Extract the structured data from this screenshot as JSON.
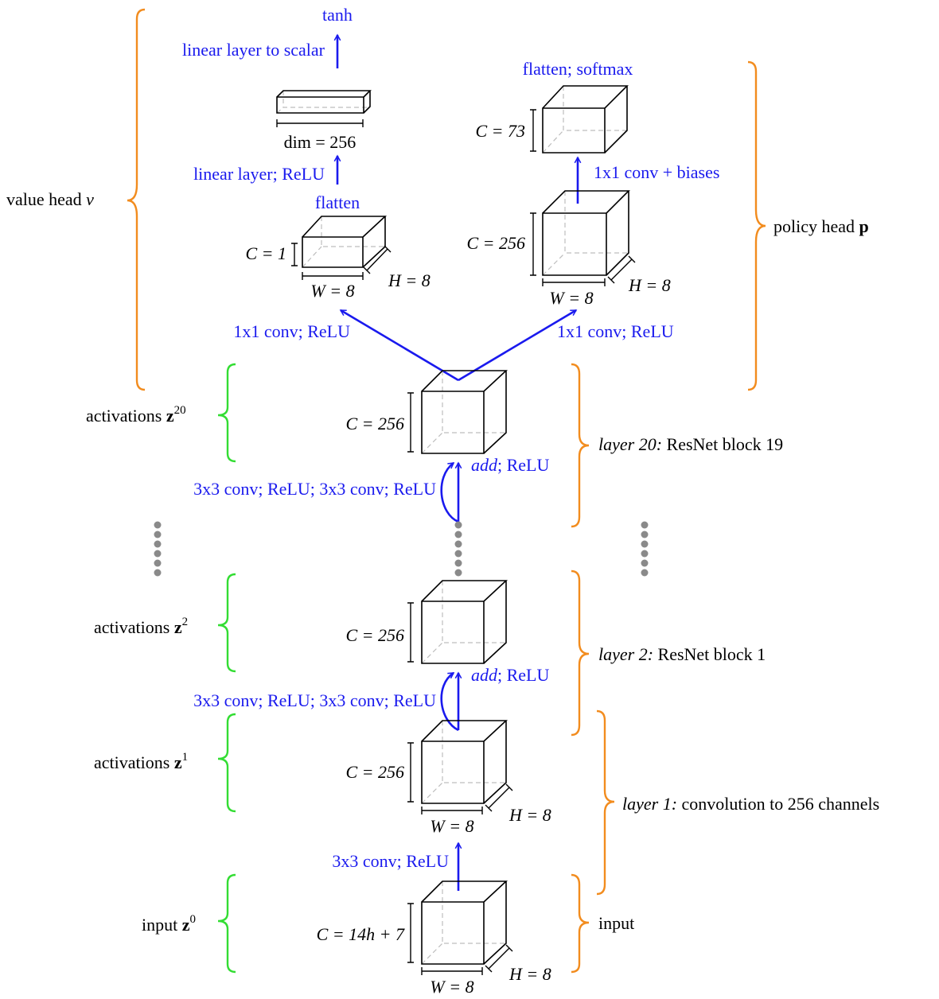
{
  "value_head": {
    "label": "value head ",
    "symbol": "v",
    "out_label": "tanh",
    "step_to_scalar": "linear layer to scalar",
    "dim_label": "dim = 256",
    "step_linear": "linear layer; ReLU",
    "flatten": "flatten",
    "c_label": "C = 1",
    "w_label": "W = 8",
    "h_label": "H = 8",
    "conv_label": "1x1 conv; ReLU"
  },
  "policy_head": {
    "label": "policy head ",
    "symbol": "p",
    "out_label": "flatten; softmax",
    "c73_label": "C = 73",
    "step_conv_bias": "1x1 conv + biases",
    "c_label": "C = 256",
    "w_label": "W = 8",
    "h_label": "H = 8",
    "conv_label": "1x1 conv; ReLU"
  },
  "layer20": {
    "act_label": "activations ",
    "act_symbol": "z",
    "act_sup": "20",
    "c_label": "C = 256",
    "add_label": "add",
    "add_rest": "; ReLU",
    "conv_path": "3x3 conv; ReLU; 3x3 conv; ReLU",
    "layer_label": "layer 20:",
    "layer_desc": " ResNet block 19"
  },
  "layer2": {
    "act_label": "activations ",
    "act_symbol": "z",
    "act_sup": "2",
    "c_label": "C = 256",
    "add_label": "add",
    "add_rest": "; ReLU",
    "conv_path": "3x3 conv; ReLU; 3x3 conv; ReLU",
    "layer_label": "layer 2:",
    "layer_desc": " ResNet block 1"
  },
  "layer1": {
    "act_label": "activations ",
    "act_symbol": "z",
    "act_sup": "1",
    "c_label": "C = 256",
    "w_label": "W = 8",
    "h_label": "H = 8",
    "conv_label": "3x3 conv; ReLU",
    "layer_label": "layer 1:",
    "layer_desc": " convolution to 256 channels"
  },
  "input": {
    "label": "input ",
    "symbol": "z",
    "sup": "0",
    "c_label": "C = 14h + 7",
    "w_label": "W = 8",
    "h_label": "H = 8",
    "right_label": "input"
  },
  "colors": {
    "arrow_blue": "#1a1aee",
    "brace_orange": "#f28c1e",
    "brace_green": "#33dd33"
  }
}
